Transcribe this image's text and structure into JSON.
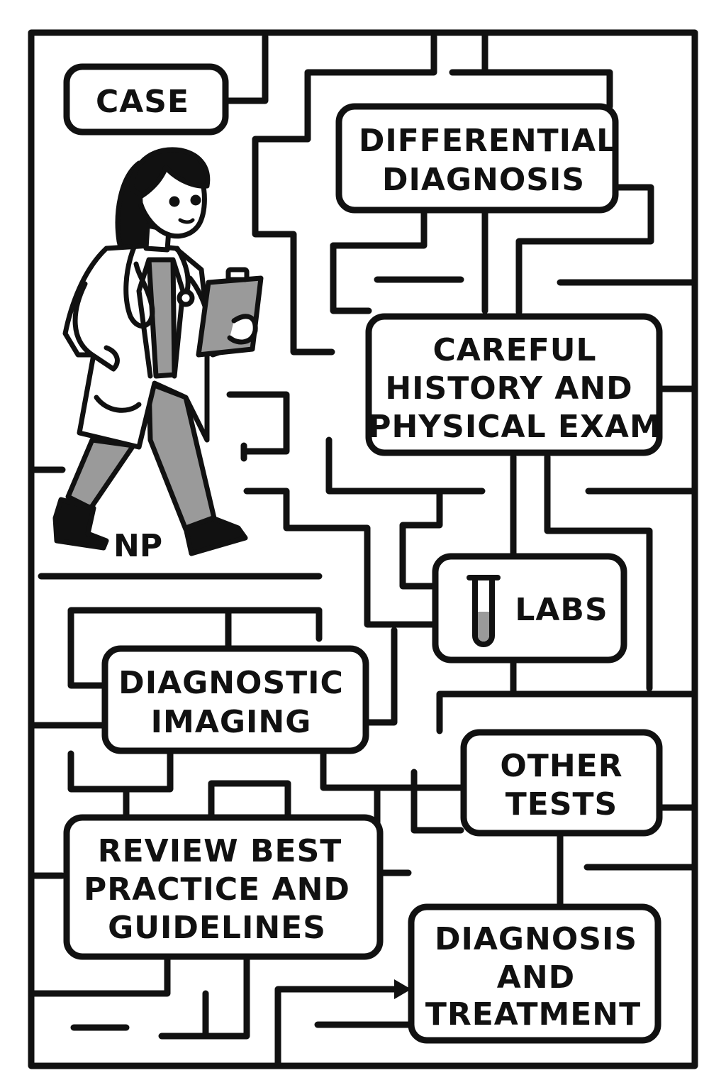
{
  "diagram": {
    "start_label": "NP",
    "boxes": {
      "case": [
        "CASE"
      ],
      "differential": [
        "DIFFERENTIAL",
        "DIAGNOSIS"
      ],
      "history": [
        "CAREFUL",
        "HISTORY AND",
        "PHYSICAL EXAM"
      ],
      "labs": [
        "LABS"
      ],
      "imaging": [
        "DIAGNOSTIC",
        "IMAGING"
      ],
      "other_tests": [
        "OTHER",
        "TESTS"
      ],
      "review": [
        "REVIEW BEST",
        "PRACTICE AND",
        "GUIDELINES"
      ],
      "final": [
        "DIAGNOSIS",
        "AND",
        "TREATMENT"
      ]
    },
    "colors": {
      "ink": "#111111",
      "paper": "#ffffff",
      "fill": "#9a9a9a"
    },
    "icons": [
      "nurse-practitioner-figure",
      "clipboard-icon",
      "stethoscope-icon",
      "test-tube-icon",
      "arrow-icon"
    ]
  }
}
